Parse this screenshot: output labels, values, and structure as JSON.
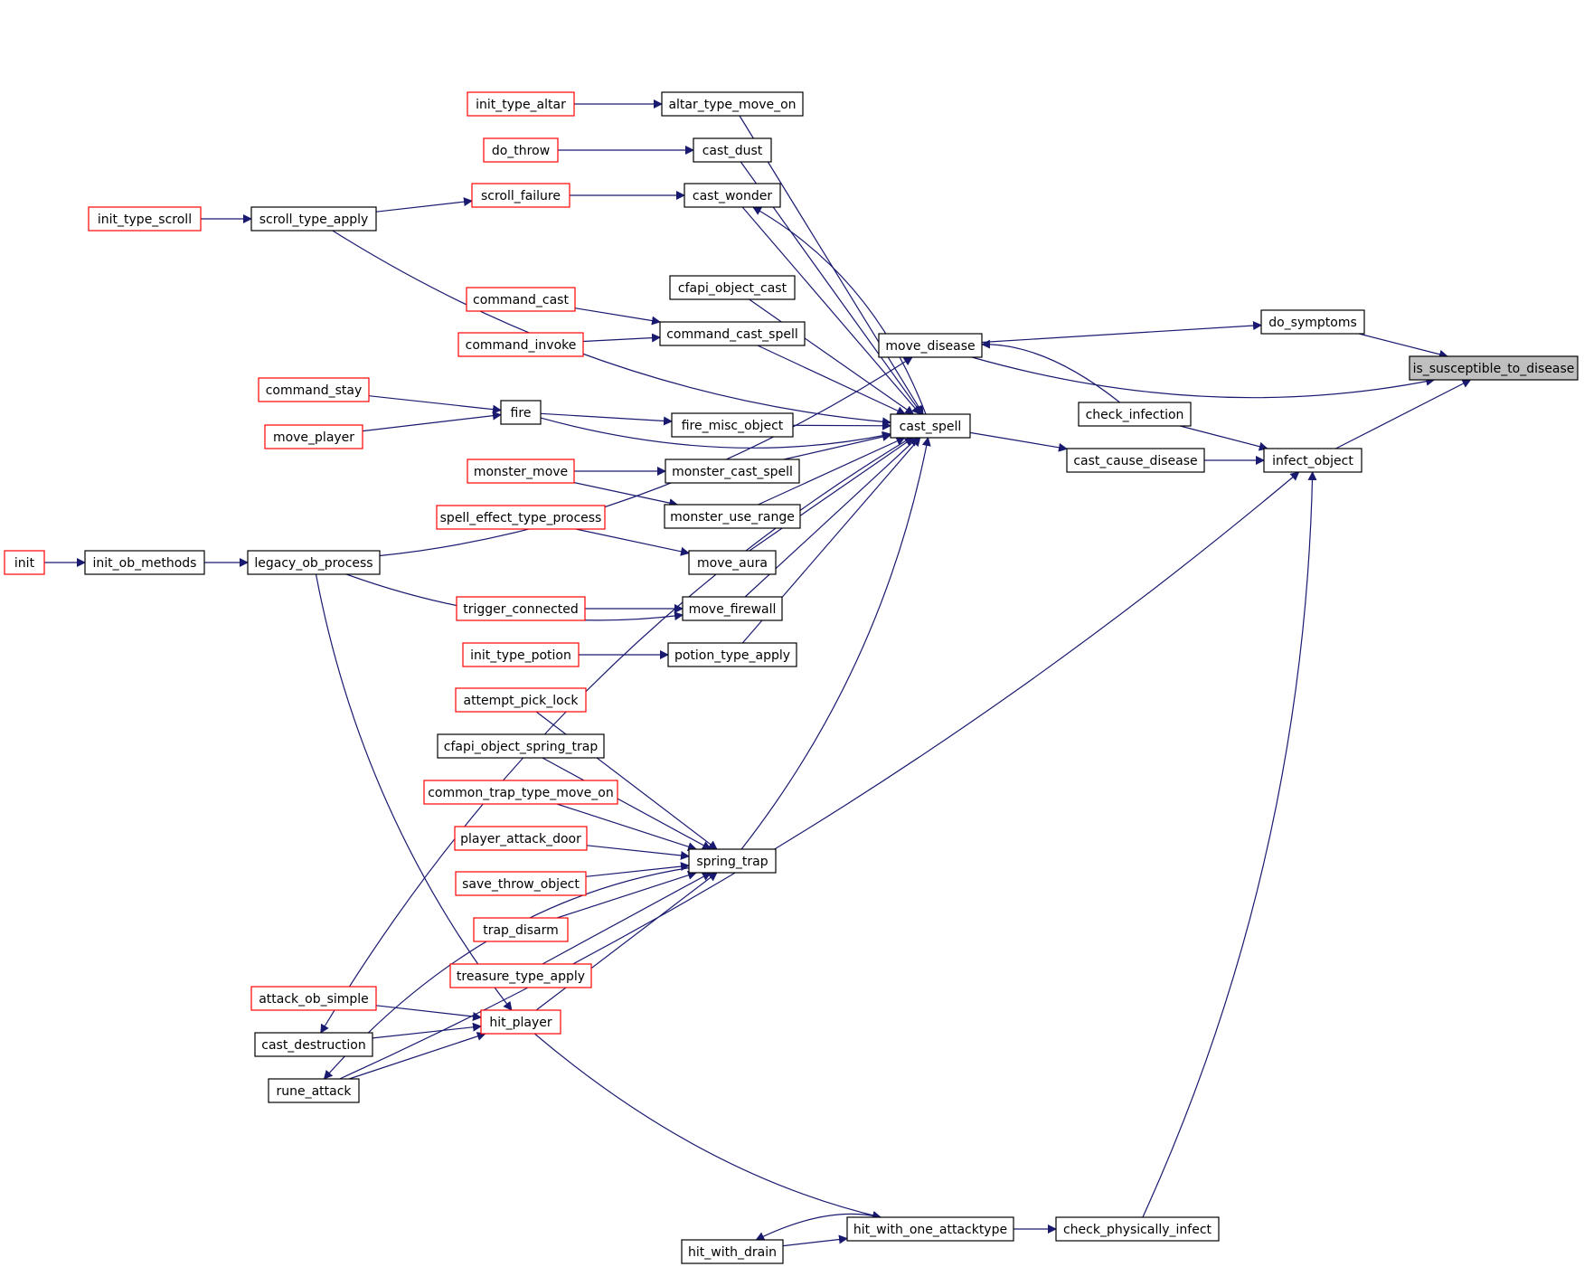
{
  "colors": {
    "edge": "#191970",
    "node_border_default": "#000000",
    "node_border_external": "#ff0000",
    "node_fill": "#ffffff",
    "node_fill_highlight": "#bfbfbf",
    "text": "#000000"
  },
  "graph": {
    "nodes": [
      {
        "id": "is_susceptible_to_disease",
        "label": "is_susceptible_to_disease",
        "style": "highlight"
      },
      {
        "id": "do_symptoms",
        "label": "do_symptoms",
        "style": "default"
      },
      {
        "id": "infect_object",
        "label": "infect_object",
        "style": "default"
      },
      {
        "id": "move_disease",
        "label": "move_disease",
        "style": "default"
      },
      {
        "id": "check_infection",
        "label": "check_infection",
        "style": "default"
      },
      {
        "id": "cast_cause_disease",
        "label": "cast_cause_disease",
        "style": "default"
      },
      {
        "id": "check_physically_infect",
        "label": "check_physically_infect",
        "style": "default"
      },
      {
        "id": "hit_with_one_attacktype",
        "label": "hit_with_one_attacktype",
        "style": "default"
      },
      {
        "id": "hit_with_drain",
        "label": "hit_with_drain",
        "style": "default"
      },
      {
        "id": "cast_spell",
        "label": "cast_spell",
        "style": "default"
      },
      {
        "id": "altar_type_move_on",
        "label": "altar_type_move_on",
        "style": "default"
      },
      {
        "id": "init_type_altar",
        "label": "init_type_altar",
        "style": "external"
      },
      {
        "id": "cast_dust",
        "label": "cast_dust",
        "style": "default"
      },
      {
        "id": "do_throw",
        "label": "do_throw",
        "style": "external"
      },
      {
        "id": "cast_wonder",
        "label": "cast_wonder",
        "style": "default"
      },
      {
        "id": "scroll_failure",
        "label": "scroll_failure",
        "style": "external"
      },
      {
        "id": "scroll_type_apply",
        "label": "scroll_type_apply",
        "style": "default"
      },
      {
        "id": "init_type_scroll",
        "label": "init_type_scroll",
        "style": "external"
      },
      {
        "id": "cfapi_object_cast",
        "label": "cfapi_object_cast",
        "style": "default"
      },
      {
        "id": "command_cast_spell",
        "label": "command_cast_spell",
        "style": "default"
      },
      {
        "id": "command_cast",
        "label": "command_cast",
        "style": "external"
      },
      {
        "id": "command_invoke",
        "label": "command_invoke",
        "style": "external"
      },
      {
        "id": "fire",
        "label": "fire",
        "style": "default"
      },
      {
        "id": "command_stay",
        "label": "command_stay",
        "style": "external"
      },
      {
        "id": "move_player",
        "label": "move_player",
        "style": "external"
      },
      {
        "id": "fire_misc_object",
        "label": "fire_misc_object",
        "style": "default"
      },
      {
        "id": "monster_cast_spell",
        "label": "monster_cast_spell",
        "style": "default"
      },
      {
        "id": "monster_move",
        "label": "monster_move",
        "style": "external"
      },
      {
        "id": "monster_use_range",
        "label": "monster_use_range",
        "style": "default"
      },
      {
        "id": "move_aura",
        "label": "move_aura",
        "style": "default"
      },
      {
        "id": "spell_effect_type_process",
        "label": "spell_effect_type_process",
        "style": "external"
      },
      {
        "id": "move_firewall",
        "label": "move_firewall",
        "style": "default"
      },
      {
        "id": "trigger_connected",
        "label": "trigger_connected",
        "style": "external"
      },
      {
        "id": "legacy_ob_process",
        "label": "legacy_ob_process",
        "style": "default"
      },
      {
        "id": "init_ob_methods",
        "label": "init_ob_methods",
        "style": "default"
      },
      {
        "id": "init",
        "label": "init",
        "style": "external"
      },
      {
        "id": "potion_type_apply",
        "label": "potion_type_apply",
        "style": "default"
      },
      {
        "id": "init_type_potion",
        "label": "init_type_potion",
        "style": "external"
      },
      {
        "id": "spring_trap",
        "label": "spring_trap",
        "style": "default"
      },
      {
        "id": "attempt_pick_lock",
        "label": "attempt_pick_lock",
        "style": "external"
      },
      {
        "id": "cfapi_object_spring_trap",
        "label": "cfapi_object_spring_trap",
        "style": "default"
      },
      {
        "id": "common_trap_type_move_on",
        "label": "common_trap_type_move_on",
        "style": "external"
      },
      {
        "id": "player_attack_door",
        "label": "player_attack_door",
        "style": "external"
      },
      {
        "id": "save_throw_object",
        "label": "save_throw_object",
        "style": "external"
      },
      {
        "id": "trap_disarm",
        "label": "trap_disarm",
        "style": "external"
      },
      {
        "id": "treasure_type_apply",
        "label": "treasure_type_apply",
        "style": "external"
      },
      {
        "id": "hit_player",
        "label": "hit_player",
        "style": "external"
      },
      {
        "id": "attack_ob_simple",
        "label": "attack_ob_simple",
        "style": "external"
      },
      {
        "id": "cast_destruction",
        "label": "cast_destruction",
        "style": "default"
      },
      {
        "id": "rune_attack",
        "label": "rune_attack",
        "style": "default"
      }
    ],
    "edges": [
      {
        "from": "do_symptoms",
        "to": "is_susceptible_to_disease"
      },
      {
        "from": "move_disease",
        "to": "is_susceptible_to_disease"
      },
      {
        "from": "infect_object",
        "to": "is_susceptible_to_disease"
      },
      {
        "from": "move_disease",
        "to": "do_symptoms"
      },
      {
        "from": "check_infection",
        "to": "infect_object"
      },
      {
        "from": "cast_cause_disease",
        "to": "infect_object"
      },
      {
        "from": "check_physically_infect",
        "to": "infect_object"
      },
      {
        "from": "rune_attack",
        "to": "infect_object"
      },
      {
        "from": "check_infection",
        "to": "move_disease"
      },
      {
        "from": "legacy_ob_process",
        "to": "move_disease"
      },
      {
        "from": "cast_spell",
        "to": "cast_cause_disease"
      },
      {
        "from": "hit_with_one_attacktype",
        "to": "check_physically_infect"
      },
      {
        "from": "hit_player",
        "to": "hit_with_one_attacktype"
      },
      {
        "from": "hit_with_drain",
        "to": "hit_with_one_attacktype"
      },
      {
        "from": "hit_with_one_attacktype",
        "to": "hit_with_drain"
      },
      {
        "from": "altar_type_move_on",
        "to": "cast_spell"
      },
      {
        "from": "cast_dust",
        "to": "cast_spell"
      },
      {
        "from": "cast_wonder",
        "to": "cast_spell"
      },
      {
        "from": "scroll_type_apply",
        "to": "cast_spell"
      },
      {
        "from": "cfapi_object_cast",
        "to": "cast_spell"
      },
      {
        "from": "command_cast_spell",
        "to": "cast_spell"
      },
      {
        "from": "fire",
        "to": "cast_spell"
      },
      {
        "from": "fire_misc_object",
        "to": "cast_spell"
      },
      {
        "from": "monster_cast_spell",
        "to": "cast_spell"
      },
      {
        "from": "monster_use_range",
        "to": "cast_spell"
      },
      {
        "from": "move_aura",
        "to": "cast_spell"
      },
      {
        "from": "move_firewall",
        "to": "cast_spell"
      },
      {
        "from": "potion_type_apply",
        "to": "cast_spell"
      },
      {
        "from": "spring_trap",
        "to": "cast_spell"
      },
      {
        "from": "cast_spell",
        "to": "cast_wonder"
      },
      {
        "from": "cast_spell",
        "to": "cast_destruction"
      },
      {
        "from": "init_type_altar",
        "to": "altar_type_move_on"
      },
      {
        "from": "do_throw",
        "to": "cast_dust"
      },
      {
        "from": "scroll_failure",
        "to": "cast_wonder"
      },
      {
        "from": "scroll_type_apply",
        "to": "scroll_failure"
      },
      {
        "from": "init_type_scroll",
        "to": "scroll_type_apply"
      },
      {
        "from": "command_cast",
        "to": "command_cast_spell"
      },
      {
        "from": "command_invoke",
        "to": "command_cast_spell"
      },
      {
        "from": "command_stay",
        "to": "fire"
      },
      {
        "from": "move_player",
        "to": "fire"
      },
      {
        "from": "fire",
        "to": "fire_misc_object"
      },
      {
        "from": "monster_move",
        "to": "monster_cast_spell"
      },
      {
        "from": "monster_move",
        "to": "monster_use_range"
      },
      {
        "from": "spell_effect_type_process",
        "to": "move_aura"
      },
      {
        "from": "trigger_connected",
        "to": "move_firewall"
      },
      {
        "from": "legacy_ob_process",
        "to": "move_firewall"
      },
      {
        "from": "init_ob_methods",
        "to": "legacy_ob_process"
      },
      {
        "from": "init",
        "to": "init_ob_methods"
      },
      {
        "from": "init_type_potion",
        "to": "potion_type_apply"
      },
      {
        "from": "attempt_pick_lock",
        "to": "spring_trap"
      },
      {
        "from": "cfapi_object_spring_trap",
        "to": "spring_trap"
      },
      {
        "from": "common_trap_type_move_on",
        "to": "spring_trap"
      },
      {
        "from": "player_attack_door",
        "to": "spring_trap"
      },
      {
        "from": "save_throw_object",
        "to": "spring_trap"
      },
      {
        "from": "trap_disarm",
        "to": "spring_trap"
      },
      {
        "from": "treasure_type_apply",
        "to": "spring_trap"
      },
      {
        "from": "hit_player",
        "to": "spring_trap"
      },
      {
        "from": "spring_trap",
        "to": "rune_attack"
      },
      {
        "from": "legacy_ob_process",
        "to": "hit_player"
      },
      {
        "from": "attack_ob_simple",
        "to": "hit_player"
      },
      {
        "from": "cast_destruction",
        "to": "hit_player"
      },
      {
        "from": "rune_attack",
        "to": "hit_player"
      }
    ]
  }
}
